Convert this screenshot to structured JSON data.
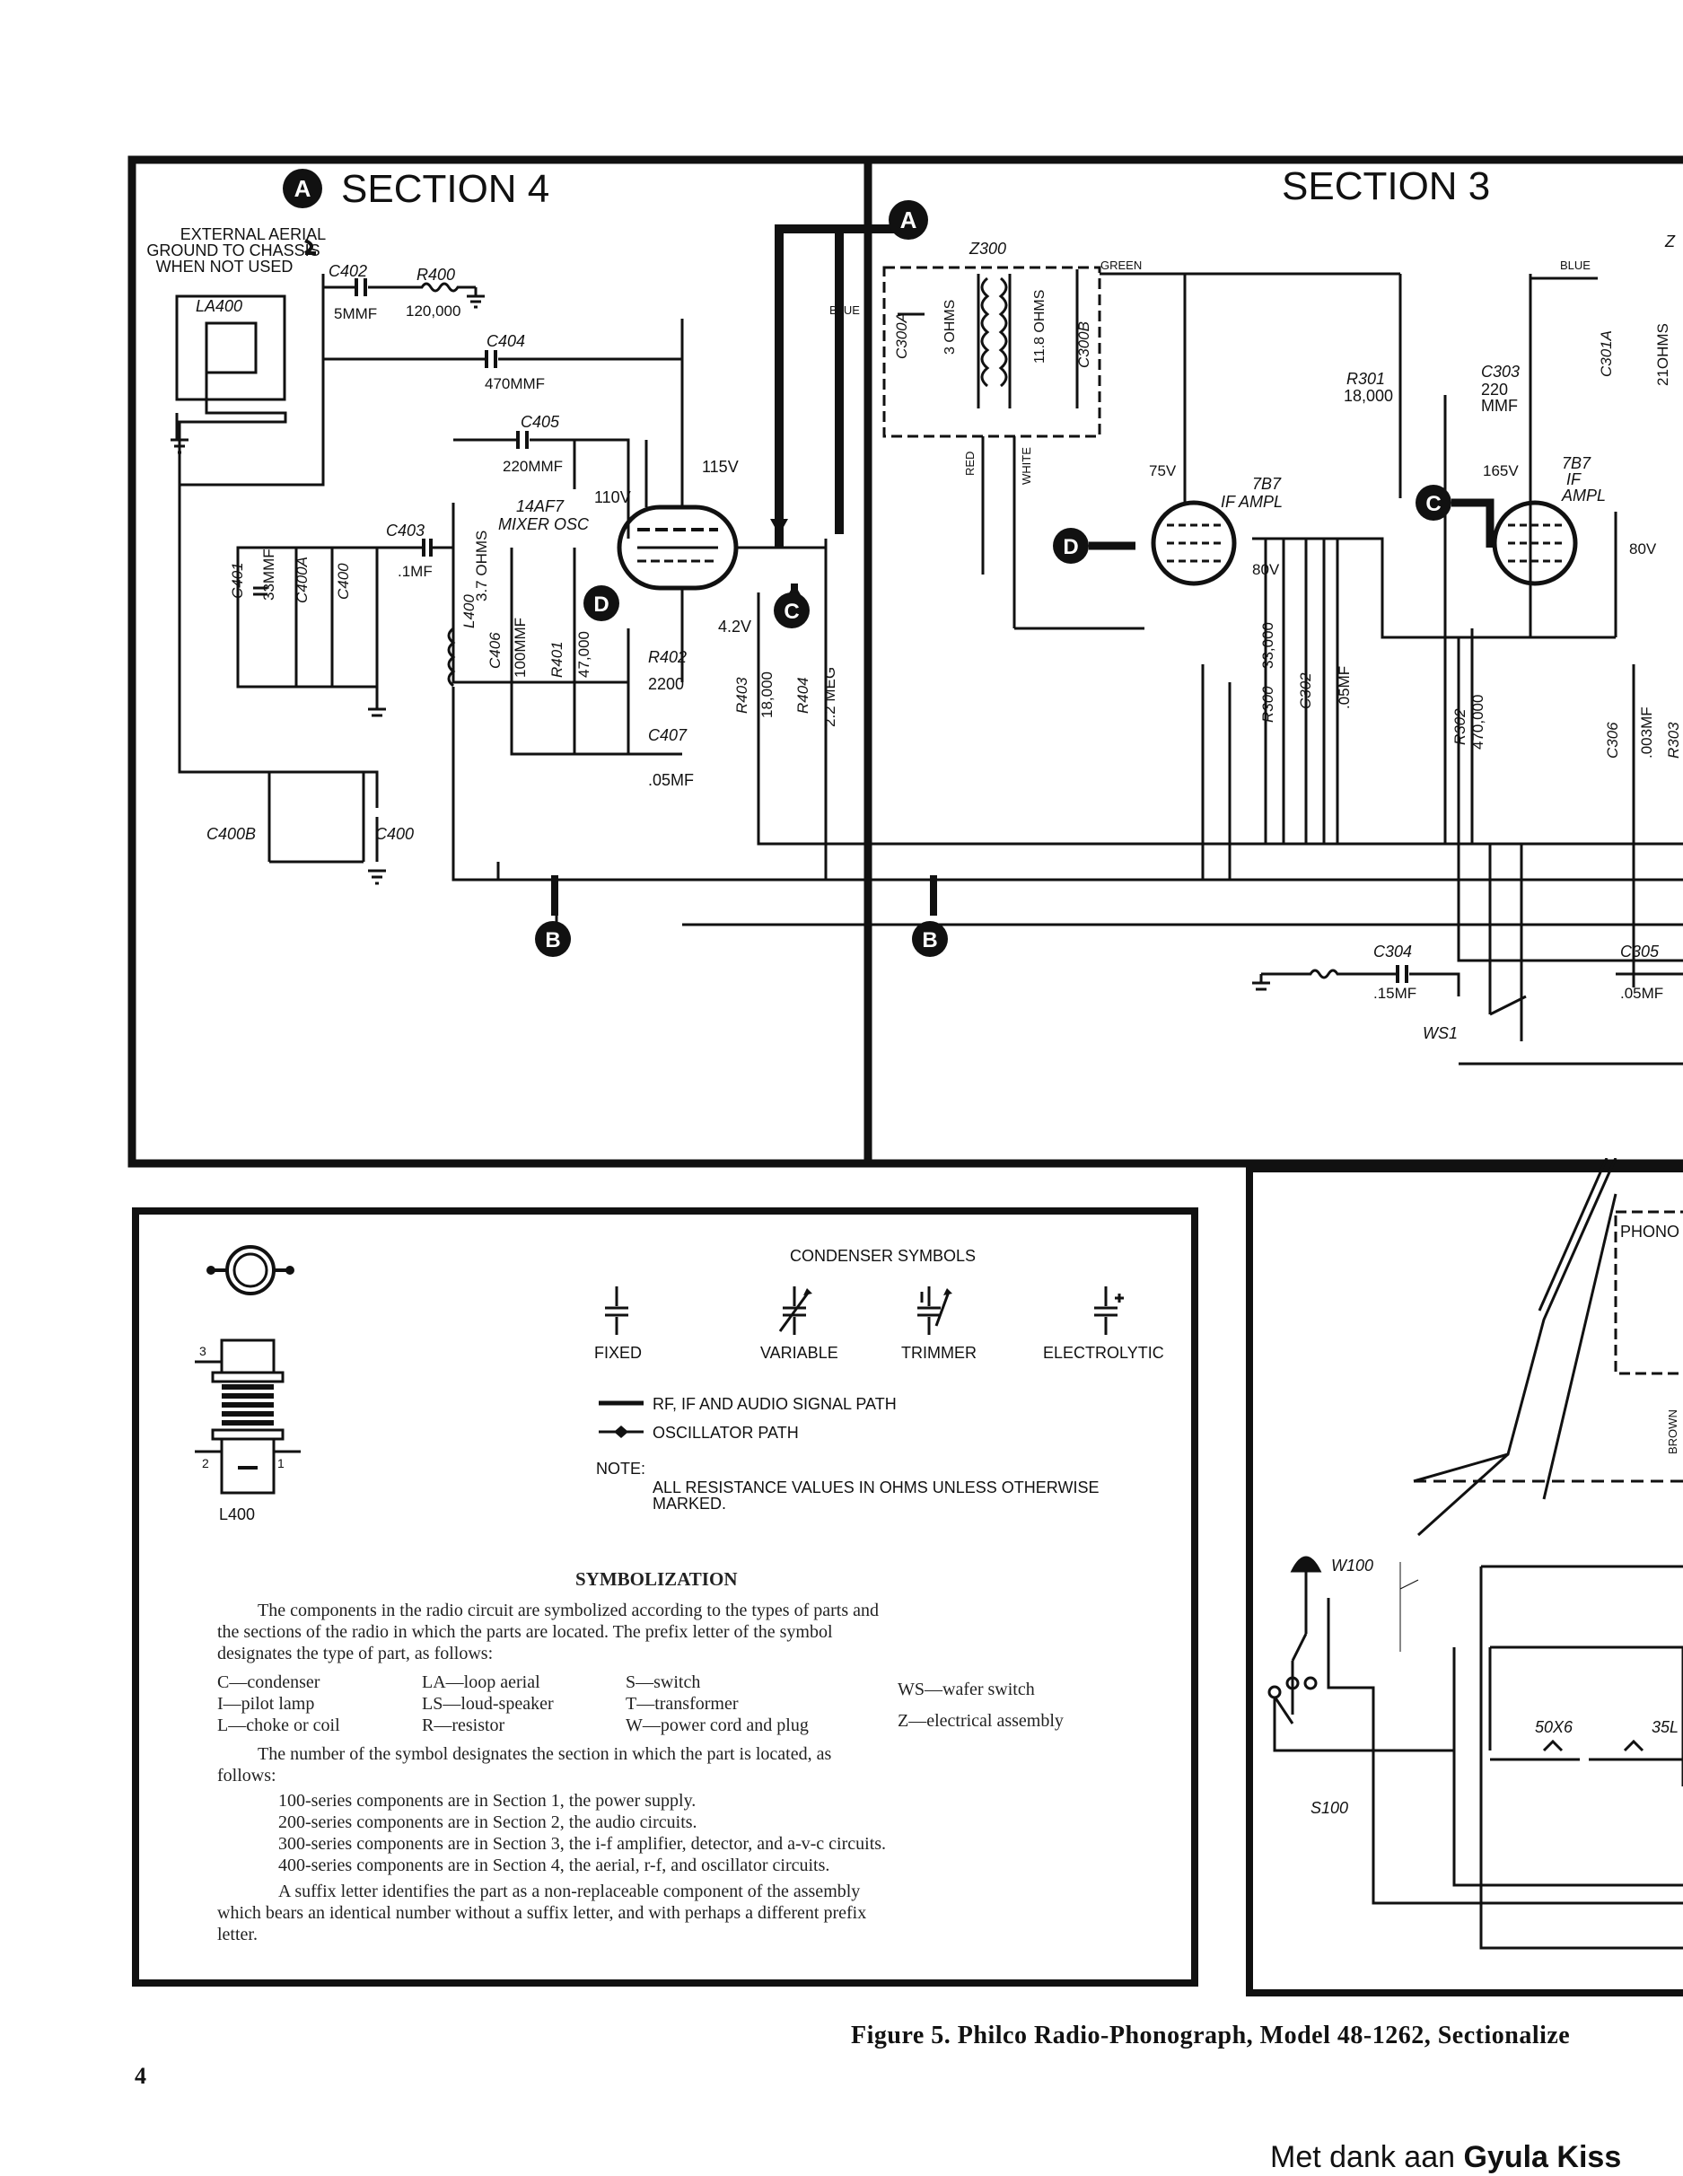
{
  "sections": {
    "left_title": "SECTION 4",
    "right_title": "SECTION 3"
  },
  "markers": {
    "a": "A",
    "b": "B",
    "c": "C",
    "d": "D"
  },
  "antenna": {
    "note_line1": "EXTERNAL AERIAL",
    "note_line2": "GROUND TO CHASSIS",
    "note_line3": "WHEN NOT USED",
    "loop": "LA400"
  },
  "components": {
    "c402": "C402",
    "c402_val": "5MMF",
    "r400": "R400",
    "r400_val": "120,000",
    "c404": "C404",
    "c404_val": "470MMF",
    "c405": "C405",
    "c405_val": "220MMF",
    "c403": "C403",
    "c403_val": ".1MF",
    "c401": "C401",
    "c401_val": "33MMF",
    "c400a": "C400A",
    "c400": "C400",
    "c400b": "C400B",
    "l400": "L400",
    "l400_val": "3.7 OHMS",
    "c406": "C406",
    "c406_val": "100MMF",
    "r401": "R401",
    "r401_val": "47,000",
    "r402": "R402",
    "r402_val": "2200",
    "c407": "C407",
    "c407_val": ".05MF",
    "r403": "R403",
    "r403_val": "18,000",
    "r404": "R404",
    "r404_val": "2.2 MEG",
    "tube1": "14AF7",
    "tube1_desc": "MIXER OSC",
    "v110": "110V",
    "v115": "115V",
    "v42": "4.2V",
    "z300": "Z300",
    "c300a": "C300A",
    "c300b": "C300B",
    "z300_r1": "3 OHMS",
    "z300_r2": "11.8 OHMS",
    "r301": "R301",
    "r301_val": "18,000",
    "c303": "C303",
    "c303_val1": "220",
    "c303_val2": "MMF",
    "tube2": "7B7",
    "tube2_desc": "IF AMPL",
    "tube3": "7B7",
    "tube3_desc1": "IF",
    "tube3_desc2": "AMPL",
    "v75": "75V",
    "v80a": "80V",
    "v165": "165V",
    "v80b": "80V",
    "r300": "R300",
    "r300_val": "33,000",
    "c302": "C302",
    "c302_val": ".05MF",
    "r302": "R302",
    "r302_val": "470,000",
    "c304": "C304",
    "c304_val": ".15MF",
    "c305": "C305",
    "c305_val": ".05MF",
    "c306": "C306",
    "c306_val": ".003MF",
    "r303": "R303",
    "ws1": "WS1",
    "c301a": "C301A",
    "ohms21": "21OHMS",
    "phono": "PHONO",
    "w100": "W100",
    "s100": "S100",
    "tube50": "50X6",
    "tube35": "35L",
    "z_partial": "Z"
  },
  "wires": {
    "blue": "BLUE",
    "green": "GREEN",
    "red": "RED",
    "white": "WHITE",
    "blue2": "BLUE",
    "brown": "BROWN"
  },
  "legend": {
    "l400_label": "L400",
    "condenser_title": "CONDENSER SYMBOLS",
    "symbols": [
      "FIXED",
      "VARIABLE",
      "TRIMMER",
      "ELECTROLYTIC"
    ],
    "path_signal": "RF, IF AND AUDIO SIGNAL PATH",
    "path_osc": "OSCILLATOR PATH",
    "note_label": "NOTE:",
    "note_line1": "ALL RESISTANCE VALUES IN OHMS UNLESS OTHERWISE",
    "note_line2": "MARKED.",
    "symbolization_title": "SYMBOLIZATION",
    "intro_line1": "The components in the radio circuit are symbolized according to the types of parts and",
    "intro_line2": "the sections of the radio in which the parts are located. The prefix letter of the symbol",
    "intro_line3": "designates the type of part, as follows:",
    "prefixes": [
      [
        "C—condenser",
        "LA—loop aerial",
        "S—switch",
        "WS—wafer switch"
      ],
      [
        "I—pilot lamp",
        "LS—loud-speaker",
        "T—transformer",
        ""
      ],
      [
        "L—choke or coil",
        "R—resistor",
        "W—power cord and plug",
        "Z—electrical assembly"
      ]
    ],
    "number_line1": "The number of the symbol designates the section in which the part is located, as",
    "number_line2": "follows:",
    "series": [
      "100-series components are in Section 1, the power supply.",
      "200-series components are in Section 2, the audio circuits.",
      "300-series components are in Section 3, the i-f amplifier, detector, and a-v-c circuits.",
      "400-series components are in Section 4, the aerial, r-f, and oscillator circuits."
    ],
    "suffix_line1": "A suffix letter identifies the part as a non-replaceable component of the assembly",
    "suffix_line2": "which bears an identical number without a suffix letter, and with perhaps a different prefix",
    "suffix_line3": "letter."
  },
  "caption": "Figure 5. Philco Radio-Phonograph, Model 48-1262, Sectionalize",
  "page_number": "4",
  "credit": {
    "prefix": "Met dank aan ",
    "name": "Gyula Kiss"
  }
}
